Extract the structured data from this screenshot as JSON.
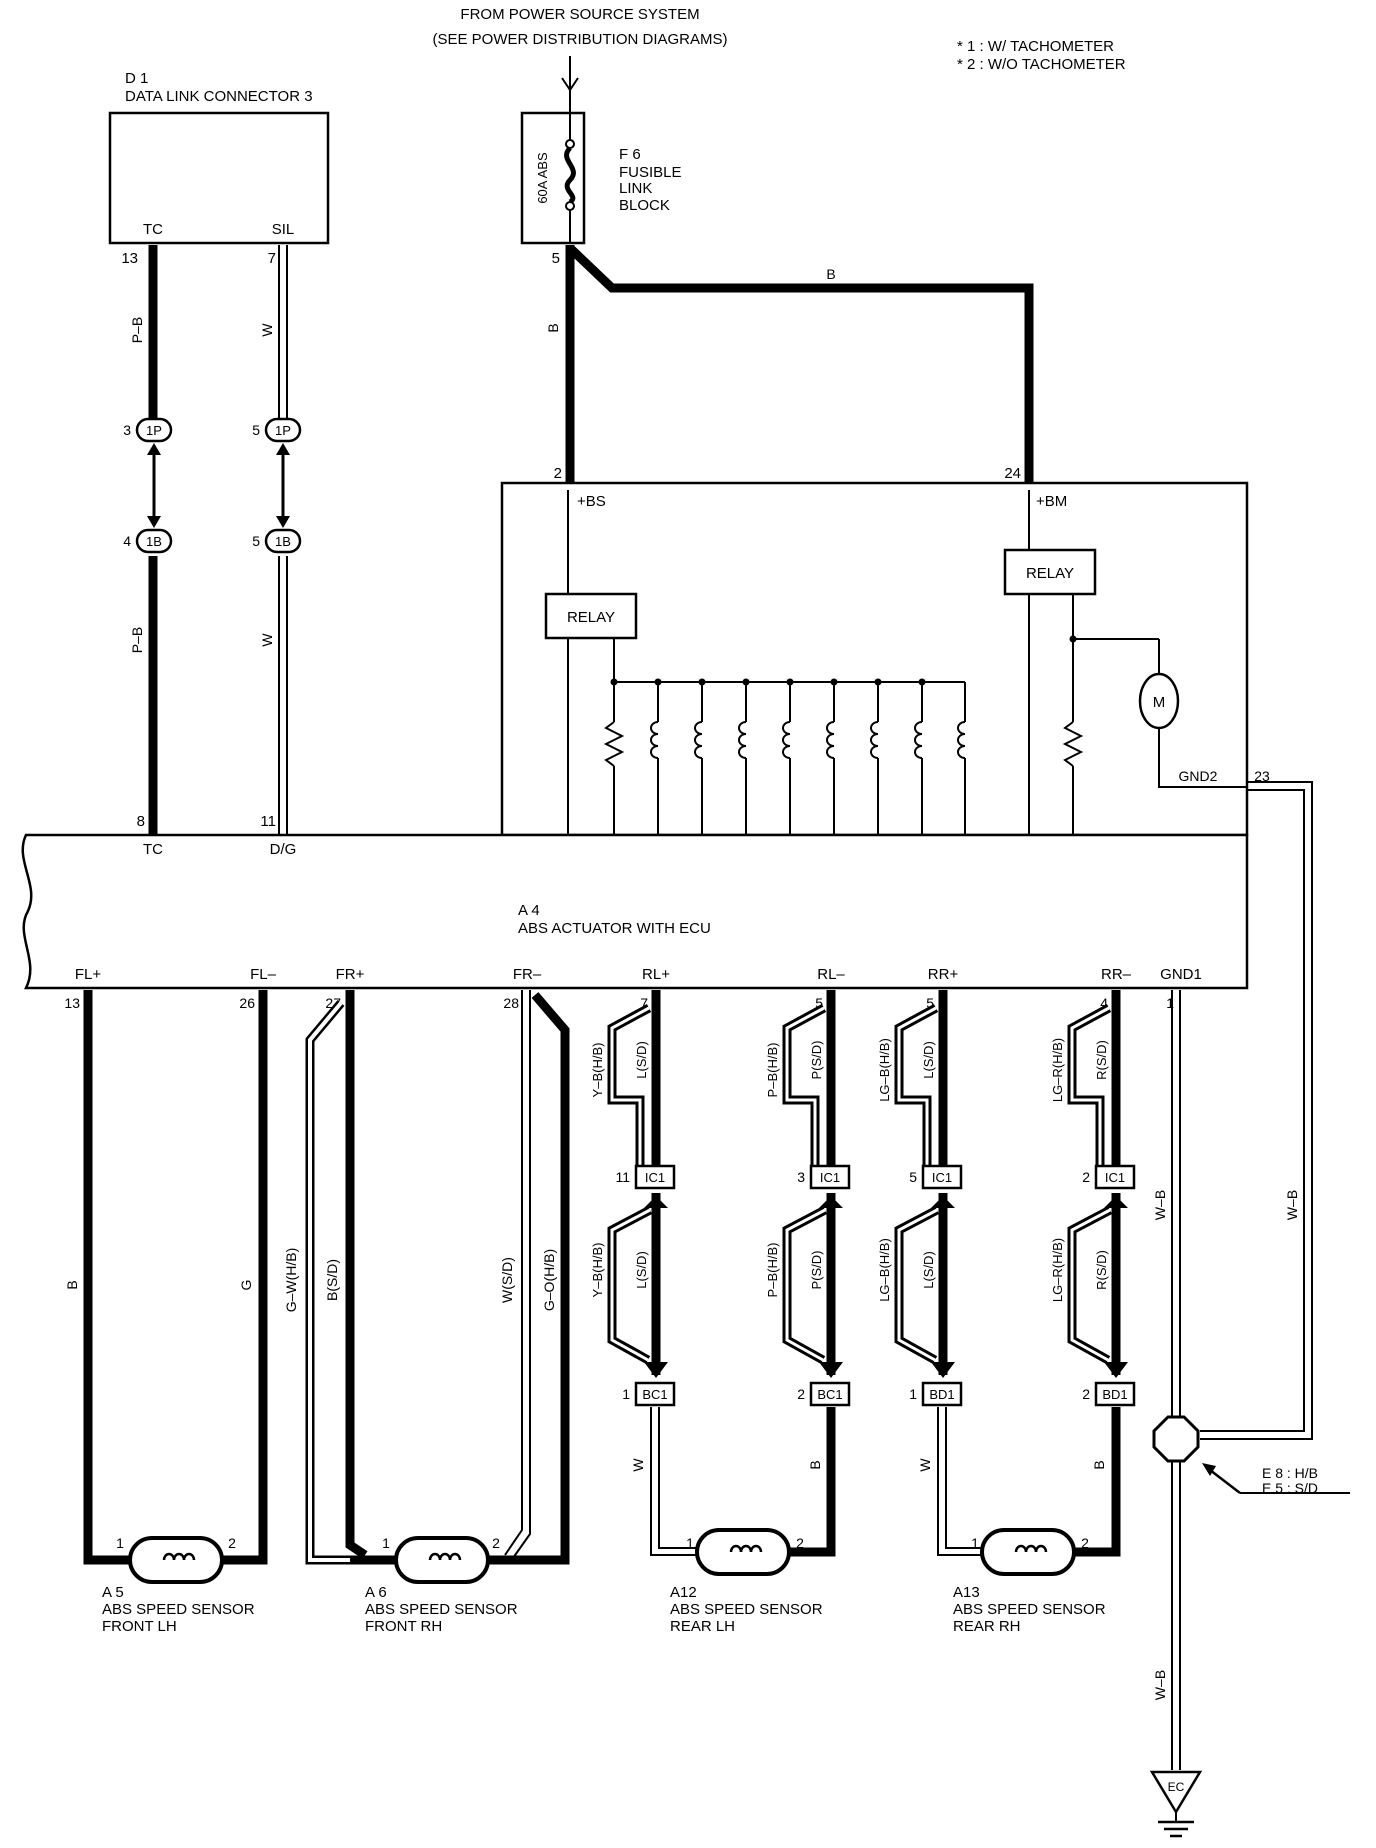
{
  "power_source": {
    "line1": "FROM POWER SOURCE SYSTEM",
    "line2": "(SEE POWER DISTRIBUTION DIAGRAMS)"
  },
  "notes": [
    "* 1 : W/ TACHOMETER",
    "* 2 : W/O TACHOMETER"
  ],
  "dlc": {
    "id": "D 1",
    "name": "DATA LINK CONNECTOR 3",
    "pin_tc": "TC",
    "pin_sil": "SIL",
    "pin_tc_num": "13",
    "pin_sil_num": "7"
  },
  "fusible_link": {
    "id": "F 6",
    "line1": "FUSIBLE",
    "line2": "LINK",
    "line3": "BLOCK",
    "rating": "60A ABS",
    "pin_out": "5"
  },
  "wires": {
    "pb_top": "P–B",
    "w_top": "W",
    "pb_bottom": "P–B",
    "w_bottom": "W",
    "b_vertical": "B",
    "b_horizontal": "B"
  },
  "junctions": {
    "j1p_a": {
      "label": "1P",
      "pin": "3"
    },
    "j1p_b": {
      "label": "1P",
      "pin": "5"
    },
    "j1b_a": {
      "label": "1B",
      "pin": "4"
    },
    "j1b_b": {
      "label": "1B",
      "pin": "5"
    }
  },
  "ecu": {
    "id": "A 4",
    "name": "ABS ACTUATOR WITH ECU",
    "pin_bs_num": "2",
    "pin_bs": "+BS",
    "pin_bm_num": "24",
    "pin_bm": "+BM",
    "relay_left": "RELAY",
    "relay_right": "RELAY",
    "motor": "M",
    "gnd2": "GND2",
    "gnd2_num": "23",
    "tc": "TC",
    "tc_num": "8",
    "dg": "D/G",
    "dg_num": "11",
    "bottom_pins": [
      {
        "name": "FL+",
        "num": "13"
      },
      {
        "name": "FL–",
        "num": "26"
      },
      {
        "name": "FR+",
        "num": "27"
      },
      {
        "name": "FR–",
        "num": "28"
      },
      {
        "name": "RL+",
        "num": "7"
      },
      {
        "name": "RL–",
        "num": "5"
      },
      {
        "name": "RR+",
        "num": "5"
      },
      {
        "name": "RR–",
        "num": "4"
      },
      {
        "name": "GND1",
        "num": "1"
      }
    ]
  },
  "front_wires": {
    "fl_plus": "B",
    "fl_minus": "G",
    "fr_plus_hb": "G–W(H/B)",
    "fr_plus_sd": "B(S/D)",
    "fr_minus_sd": "W(S/D)",
    "fr_minus_hb": "G–O(H/B)"
  },
  "rear_groups": [
    {
      "upper_hb": "Y–B(H/B)",
      "upper_sd": "L(S/D)",
      "ic_pin": "11",
      "ic": "IC1",
      "lower_hb": "Y–B(H/B)",
      "lower_sd": "L(S/D)",
      "bc_pin": "1",
      "bc": "BC1",
      "bottom_wire": "W"
    },
    {
      "upper_hb": "P–B(H/B)",
      "upper_sd": "P(S/D)",
      "ic_pin": "3",
      "ic": "IC1",
      "lower_hb": "P–B(H/B)",
      "lower_sd": "P(S/D)",
      "bc_pin": "2",
      "bc": "BC1",
      "bottom_wire": "B"
    },
    {
      "upper_hb": "LG–B(H/B)",
      "upper_sd": "L(S/D)",
      "ic_pin": "5",
      "ic": "IC1",
      "lower_hb": "LG–B(H/B)",
      "lower_sd": "L(S/D)",
      "bc_pin": "1",
      "bc": "BD1",
      "bottom_wire": "W"
    },
    {
      "upper_hb": "LG–R(H/B)",
      "upper_sd": "R(S/D)",
      "ic_pin": "2",
      "ic": "IC1",
      "lower_hb": "LG–R(H/B)",
      "lower_sd": "R(S/D)",
      "bc_pin": "2",
      "bc": "BD1",
      "bottom_wire": "B"
    }
  ],
  "sensors": [
    {
      "id": "A 5",
      "line1": "ABS SPEED SENSOR",
      "line2": "FRONT LH",
      "pin1": "1",
      "pin2": "2"
    },
    {
      "id": "A 6",
      "line1": "ABS SPEED SENSOR",
      "line2": "FRONT RH",
      "pin1": "1",
      "pin2": "2"
    },
    {
      "id": "A12",
      "line1": "ABS SPEED SENSOR",
      "line2": "REAR LH",
      "pin1": "1",
      "pin2": "2"
    },
    {
      "id": "A13",
      "line1": "ABS SPEED SENSOR",
      "line2": "REAR RH",
      "pin1": "1",
      "pin2": "2"
    }
  ],
  "ground": {
    "wire_gnd1": "W–B",
    "wire_gnd2": "W–B",
    "wire_lower": "W–B",
    "splice1": "E 8 : H/B",
    "splice2": "E 5 : S/D",
    "ground_label": "EC"
  }
}
